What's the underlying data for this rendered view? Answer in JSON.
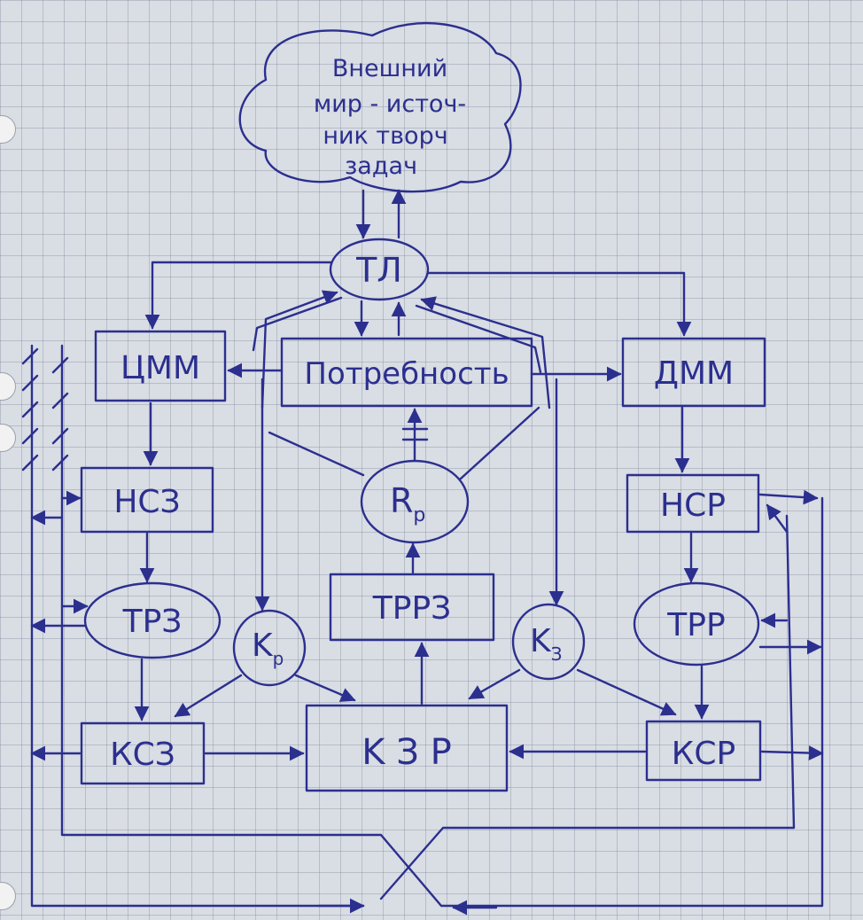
{
  "nodes": {
    "outer_world": [
      "Внешний",
      "мир - источ-",
      "ник творч",
      "задач"
    ],
    "tl": "ТЛ",
    "tsmm": "ЦММ",
    "need": "Потребность",
    "dmm": "ДММ",
    "nsz": "НСЗ",
    "nsr": "НСР",
    "trz": "ТРЗ",
    "trr": "ТРР",
    "kr": "K",
    "kr_sub": "р",
    "rr": "R",
    "rr_sub": "р",
    "trrz": "ТРРЗ",
    "kz": "K",
    "kz_sub": "З",
    "ksz": "КСЗ",
    "kzr": "K З Р",
    "ksr": "КСР"
  },
  "colors": {
    "ink": "#2b2f8e",
    "paper": "#d9dde4",
    "grid": "#7882968c"
  }
}
